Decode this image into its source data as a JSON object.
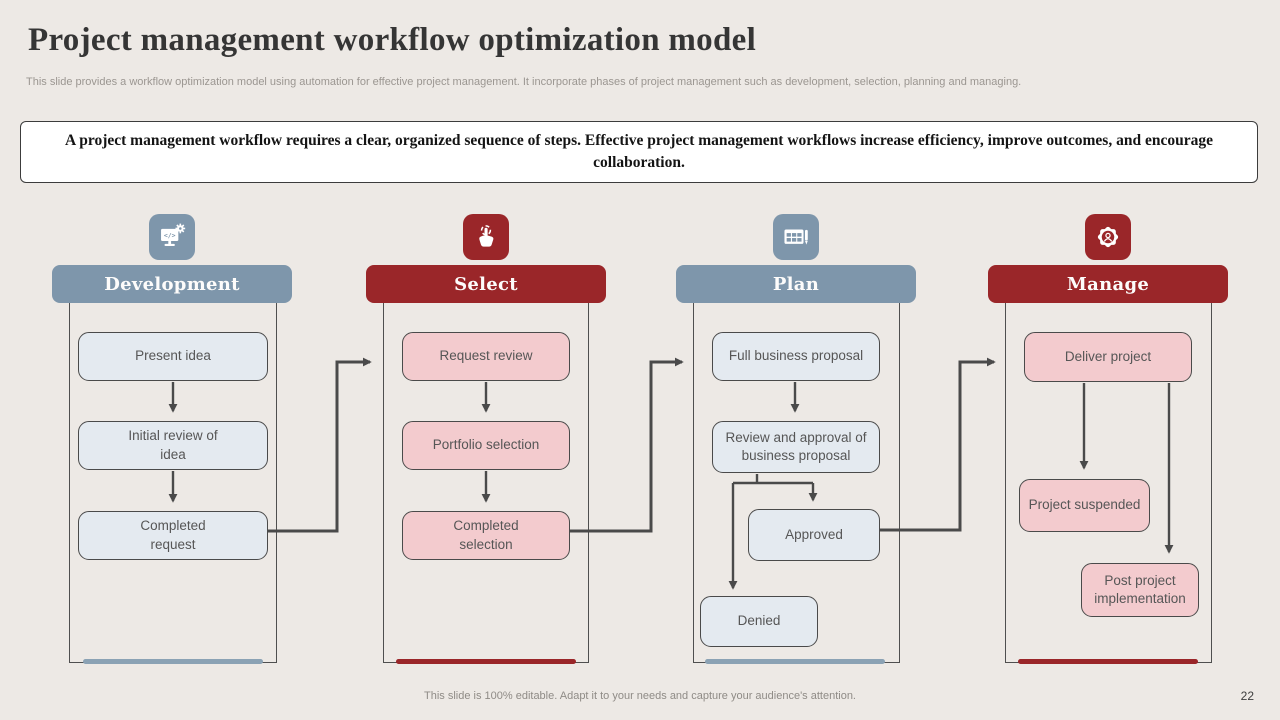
{
  "slide": {
    "title": "Project management workflow optimization model",
    "subtitle": "This slide provides a workflow optimization model using automation for effective project management. It incorporate phases of project management such as development, selection, planning and managing.",
    "message": "A project management workflow requires a clear, organized sequence of steps. Effective project management workflows increase efficiency, improve outcomes, and encourage collaboration.",
    "footer": "This slide is 100% editable. Adapt it to your needs and capture your audience's attention.",
    "page_number": "22"
  },
  "colors": {
    "background": "#EDE9E5",
    "steel_blue": "#7E96AB",
    "dark_red": "#9A2629",
    "light_blue_fill": "#E4EAF0",
    "pink_fill": "#F3CBCE",
    "blue_baseline": "#8BA2B4",
    "connector": "#4A4A4A"
  },
  "columns": [
    {
      "title": "Development",
      "theme": "blue",
      "icon": "monitor-code-icon",
      "steps": [
        "Present idea",
        "Initial review of idea",
        "Completed request"
      ]
    },
    {
      "title": "Select",
      "theme": "red",
      "icon": "tap-hand-icon",
      "steps": [
        "Request review",
        "Portfolio selection",
        "Completed selection"
      ]
    },
    {
      "title": "Plan",
      "theme": "blue",
      "icon": "calendar-pen-icon",
      "steps": [
        "Full business proposal",
        "Review and approval of business proposal",
        "Approved",
        "Denied"
      ]
    },
    {
      "title": "Manage",
      "theme": "red",
      "icon": "gear-user-icon",
      "steps": [
        "Deliver project",
        "Project suspended",
        "Post project implementation"
      ]
    }
  ]
}
